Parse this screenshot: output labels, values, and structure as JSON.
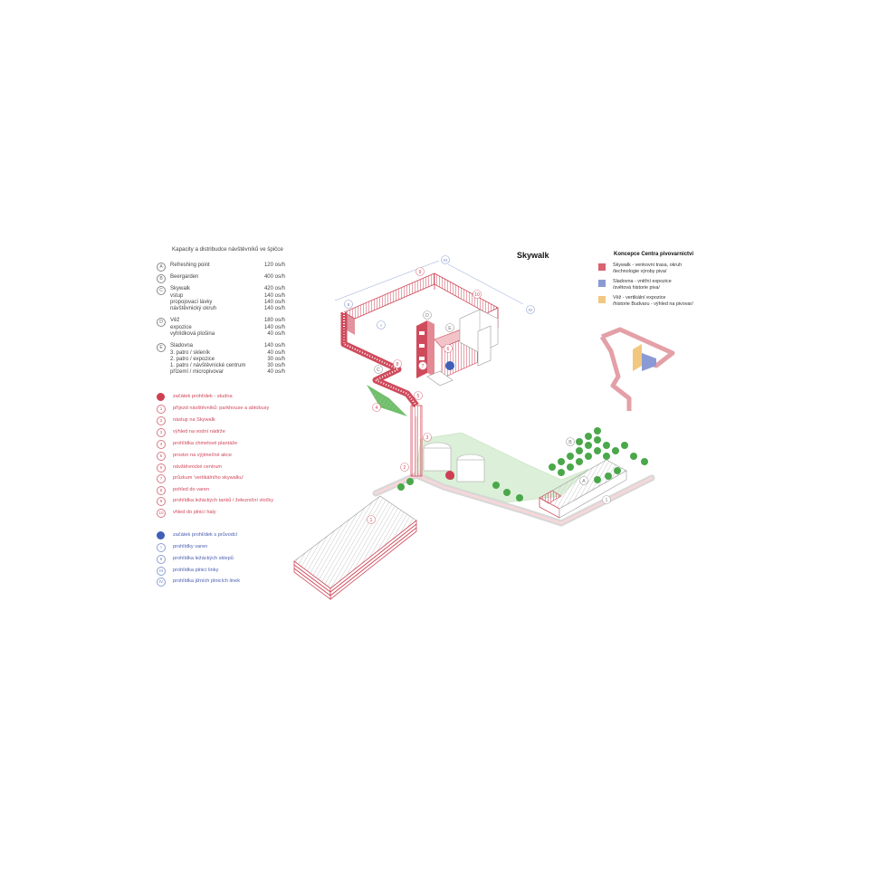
{
  "title": "Skywalk",
  "capacity": {
    "heading": "Kapacity a distribudce návštěvníků ve špičce",
    "items": [
      {
        "letter": "A",
        "label": "Refreshing point",
        "value": "120 os/h",
        "subs": []
      },
      {
        "letter": "B",
        "label": "Beergarden",
        "value": "400 os/h",
        "subs": []
      },
      {
        "letter": "C",
        "label": "Skywalk",
        "value": "420 os/h",
        "subs": [
          {
            "label": "vstup",
            "value": "140 os/h"
          },
          {
            "label": "propojovací lávky",
            "value": "140 os/h"
          },
          {
            "label": "návštěvnický okruh",
            "value": "140 os/h"
          }
        ]
      },
      {
        "letter": "D",
        "label": "Věž",
        "value": "180 os/h",
        "subs": [
          {
            "label": "expozice",
            "value": "140 os/h"
          },
          {
            "label": "vyhlídková plošina",
            "value": "40 os/h"
          }
        ]
      },
      {
        "letter": "E",
        "label": "Sladovna",
        "value": "140 os/h",
        "subs": [
          {
            "label": "3. patro / skleník",
            "value": "40 os/h"
          },
          {
            "label": "2. patro / expozice",
            "value": "30 os/h"
          },
          {
            "label": "1. patro / návštěvnické centrum",
            "value": "30 os/h"
          },
          {
            "label": "přízemí / micropivovar",
            "value": "40 os/h"
          }
        ]
      }
    ]
  },
  "legend_red": [
    {
      "mark": "",
      "label": "začátek prohlídek - studna"
    },
    {
      "mark": "1",
      "label": "příjezd návštěvníků: parkhouse a abtobusy"
    },
    {
      "mark": "2",
      "label": "nástup na Skywalk"
    },
    {
      "mark": "3",
      "label": "výhled na vodní nádrže"
    },
    {
      "mark": "4",
      "label": "prohlídka chmelové plantáže"
    },
    {
      "mark": "5",
      "label": "prostor na výjimečné akce"
    },
    {
      "mark": "6",
      "label": "návštěvnické centrum"
    },
    {
      "mark": "7",
      "label": "průzkum 'vertikálního skywalku'"
    },
    {
      "mark": "8",
      "label": "pohled do varen"
    },
    {
      "mark": "9",
      "label": "prohlídka ležáckých tanků / železniční vločky"
    },
    {
      "mark": "10",
      "label": "vhled do plnicí haly"
    }
  ],
  "legend_blue": [
    {
      "mark": "",
      "label": "začátek prohlídek s průvodcí"
    },
    {
      "mark": "I",
      "label": "prohlídky varen"
    },
    {
      "mark": "II",
      "label": "prohlídka ležáckých sklepů"
    },
    {
      "mark": "III",
      "label": "prohlídka plnicí linky"
    },
    {
      "mark": "IV",
      "label": "prohlídka jižních plnicích linek"
    }
  ],
  "concept": {
    "heading": "Koncepce Centra pivovarnictví",
    "items": [
      {
        "color": "#d9636f",
        "lines": [
          "Skywalk - venkovní trasa, okruh",
          "/technologie výroby piva/"
        ]
      },
      {
        "color": "#8a9ad4",
        "lines": [
          "Sladovna - vnitřní expozice",
          "/světová historie piva/"
        ]
      },
      {
        "color": "#f2c77f",
        "lines": [
          "Věž - vertikální expozice",
          "/historie Budvaru - výhled na pivovar/"
        ]
      }
    ]
  },
  "map_labels": {
    "red_numbers": [
      "1",
      "1",
      "2",
      "3",
      "4",
      "5",
      "6",
      "7",
      "8",
      "9",
      "10"
    ],
    "grey_letters": [
      "A",
      "B",
      "C",
      "D",
      "E"
    ],
    "blue_roman": [
      "I",
      "II",
      "III",
      "IV"
    ]
  },
  "colors": {
    "skywalk_red": "#cf4b5c",
    "blue": "#3f5fb5",
    "tree_green": "#4aa84a",
    "grass": "#dcefd8"
  }
}
